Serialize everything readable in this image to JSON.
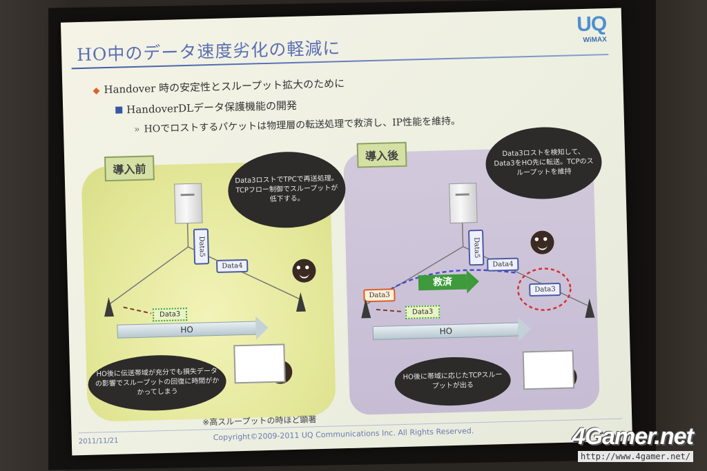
{
  "slide": {
    "title": "HO中のデータ速度劣化の軽減に",
    "logo_main": "UQ",
    "logo_sub": "WiMAX",
    "bullet1": "Handover 時の安定性とスループット拡大のために",
    "bullet2": "HandoverDLデータ保護機能の開発",
    "bullet3": "HOでロストするパケットは物理層の転送処理で救済し、IP性能を維持。",
    "before": {
      "tag": "導入前",
      "cloud_top": "Data3ロストでTPCで再送処理。TCPフロー制御でスループットが低下する。",
      "cloud_bottom": "HO後に伝送帯域が充分でも損失データの影響でスループットの回復に時間がかかってしまう",
      "data5": "Data5",
      "data4": "Data4",
      "data3": "Data3",
      "ho": "HO"
    },
    "after": {
      "tag": "導入後",
      "cloud_top": "Data3ロストを検知して、Data3をHO先に転送。TCPのスループットを維持",
      "cloud_bottom": "HO後に帯域に応じたTCPスループットが出る",
      "data5": "Data5",
      "data4": "Data4",
      "data3_lost": "Data3",
      "data3_rescued": "Data3",
      "data3": "Data3",
      "kyusai": "救済",
      "ho": "HO"
    },
    "note": "※高スループットの時ほど顕著",
    "footer_date": "2011/11/21",
    "footer_copy": "Copyright©2009-2011  UQ Communications Inc. All Rights Reserved."
  },
  "watermark": {
    "brand": "4Gamer.net",
    "url": "http://www.4gamer.net/"
  }
}
